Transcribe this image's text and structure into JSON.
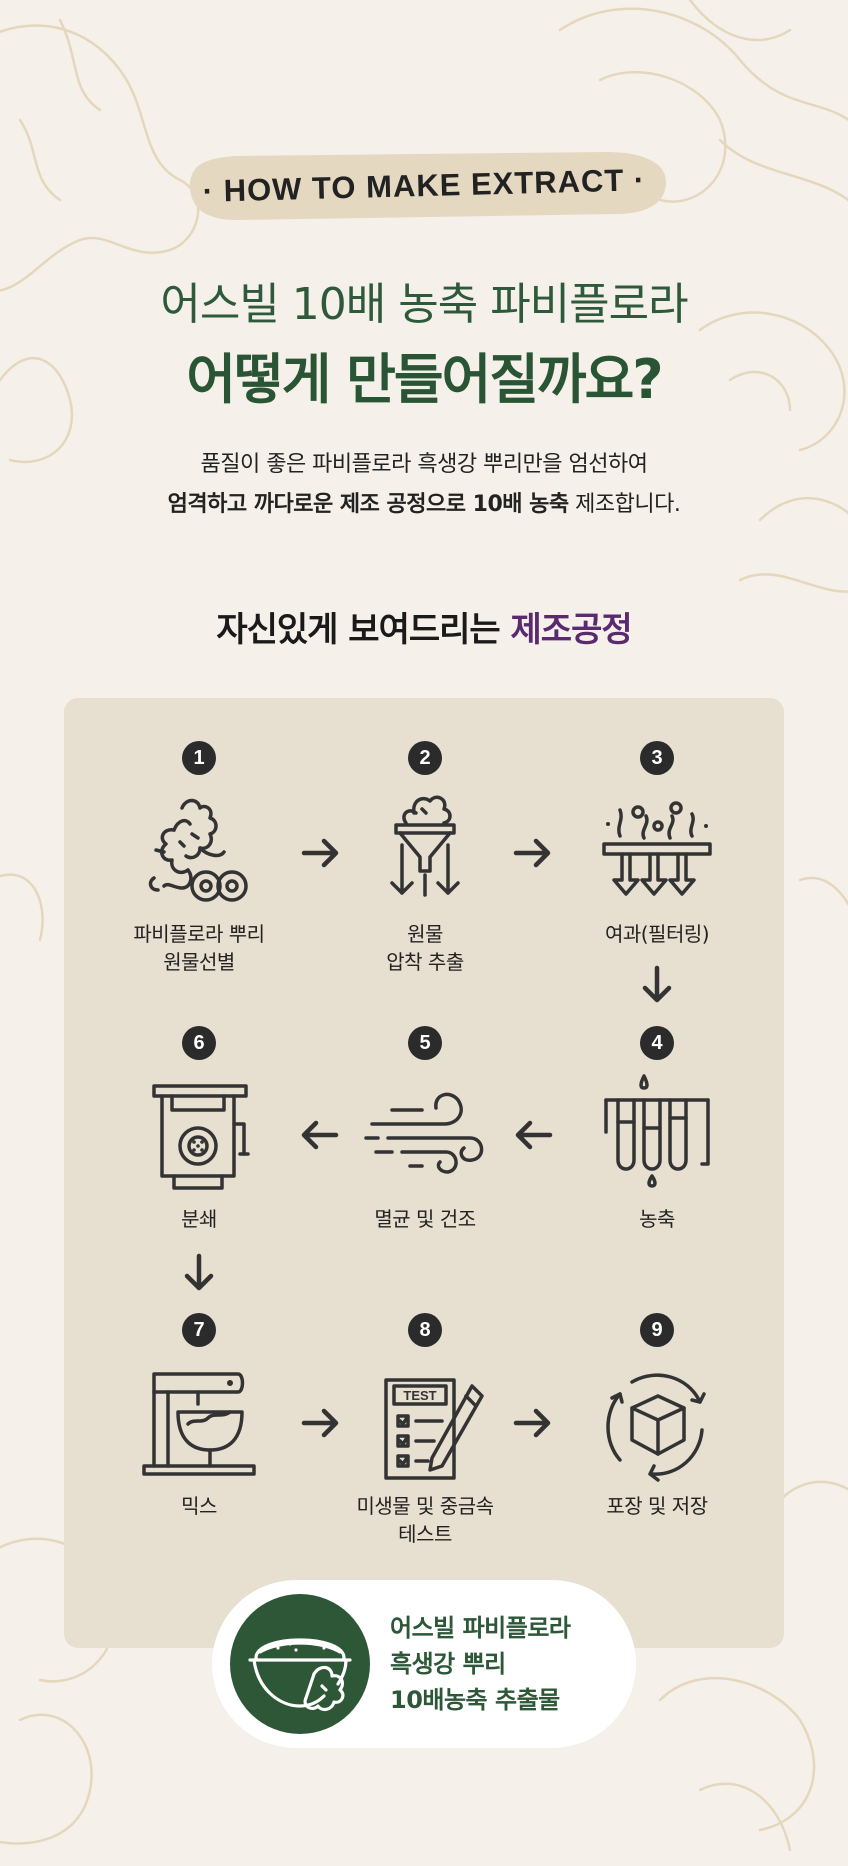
{
  "header": {
    "badge": "· HOW TO MAKE EXTRACT ·",
    "subtitle": "어스빌 10배 농축 파비플로라",
    "title": "어떻게 만들어질까요?",
    "desc_line1": "품질이 좋은 파비플로라 흑생강 뿌리만을 엄선하여",
    "desc_line2_bold": "엄격하고 까다로운 제조 공정으로 10배 농축",
    "desc_line2_rest": " 제조합니다."
  },
  "section": {
    "title_main": "자신있게 보여드리는 ",
    "title_accent": "제조공정"
  },
  "steps": [
    {
      "num": "1",
      "label_1": "파비플로라 뿌리",
      "label_2": "원물선별",
      "icon": "ginger-root-icon"
    },
    {
      "num": "2",
      "label_1": "원물",
      "label_2": "압착 추출",
      "icon": "funnel-press-icon"
    },
    {
      "num": "3",
      "label_1": "여과(필터링)",
      "label_2": "",
      "icon": "filter-icon"
    },
    {
      "num": "4",
      "label_1": "농축",
      "label_2": "",
      "icon": "test-tubes-icon"
    },
    {
      "num": "5",
      "label_1": "멸균 및 건조",
      "label_2": "",
      "icon": "wind-icon"
    },
    {
      "num": "6",
      "label_1": "분쇄",
      "label_2": "",
      "icon": "grinder-icon"
    },
    {
      "num": "7",
      "label_1": "믹스",
      "label_2": "",
      "icon": "mixer-icon"
    },
    {
      "num": "8",
      "label_1": "미생물 및 중금속",
      "label_2": "테스트",
      "icon": "test-checklist-icon",
      "icon_text": "TEST"
    },
    {
      "num": "9",
      "label_1": "포장 및 저장",
      "label_2": "",
      "icon": "package-cycle-icon"
    }
  ],
  "result": {
    "line1": "어스빌 파비플로라",
    "line2": "흑생강 뿌리",
    "line3": "10배농축 추출물",
    "icon": "powder-bowl-icon"
  },
  "colors": {
    "background": "#f5f1ea",
    "panel": "#e7dfd0",
    "green": "#2d5737",
    "purple": "#5a2a6e",
    "dark": "#2b2b2b",
    "badge": "#e4d8c1"
  }
}
